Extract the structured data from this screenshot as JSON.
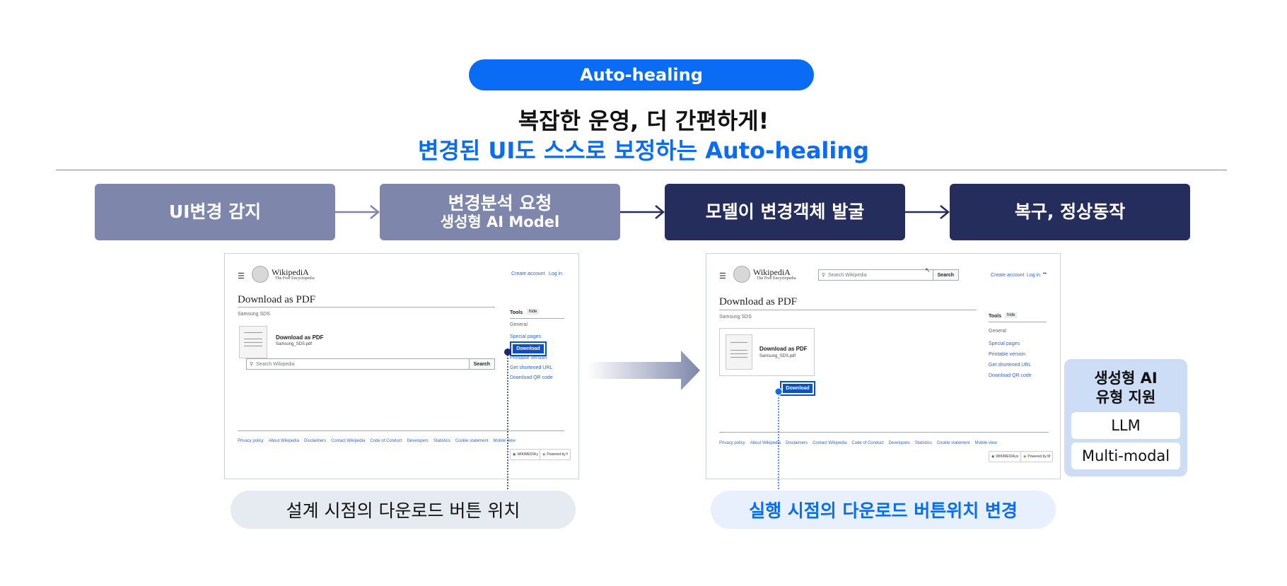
{
  "header": {
    "badge": "Auto-healing",
    "title_line1": "복잡한 운영, 더 간편하게!",
    "title_line2": "변경된 UI도 스스로 보정하는 Auto-healing"
  },
  "steps": [
    {
      "label": "UI변경 감지",
      "sub": ""
    },
    {
      "label": "변경분석 요청",
      "sub": "생성형 AI Model"
    },
    {
      "label": "모델이 변경객체 발굴",
      "sub": ""
    },
    {
      "label": "복구, 정상동작",
      "sub": ""
    }
  ],
  "screenshot_before": {
    "logo_title": "WikipediA",
    "logo_subtitle": "The Free Encyclopedia",
    "create_account": "Create account",
    "log_in": "Log in",
    "page_title": "Download as PDF",
    "subtitle": "Samsung SDS",
    "doc_title": "Download as PDF",
    "doc_file": "Samsung_SDS.pdf",
    "search_placeholder": "Search Wikipedia",
    "search_button": "Search",
    "tools_label": "Tools",
    "hide_label": "hide",
    "general_label": "General",
    "tool_links": [
      "Special pages",
      "Printable version",
      "Get shortened URL",
      "Download QR code"
    ],
    "download_button": "Download",
    "footer_links": [
      "Privacy policy",
      "About Wikipedia",
      "Disclaimers",
      "Contact Wikipedia",
      "Code of Conduct",
      "Developers",
      "Statistics",
      "Cookie statement",
      "Mobile view"
    ],
    "badge_wikimedia": "WIKIMEDIA project",
    "badge_mediawiki": "Powered by MediaWiki"
  },
  "screenshot_after": {
    "logo_title": "WikipediA",
    "logo_subtitle": "The Free Encyclopedia",
    "search_placeholder": "Search Wikipedia",
    "search_button": "Search",
    "create_account": "Create account",
    "log_in": "Log in",
    "more_icon": "••",
    "page_title": "Download as PDF",
    "subtitle": "Samsung SDS",
    "doc_title": "Download as PDF",
    "doc_file": "Samsung_SDS.pdf",
    "download_button": "Download",
    "tools_label": "Tools",
    "hide_label": "hide",
    "general_label": "General",
    "tool_links": [
      "Special pages",
      "Printable version",
      "Get shortened URL",
      "Download QR code"
    ],
    "footer_links": [
      "Privacy policy",
      "About Wikipedia",
      "Disclaimers",
      "Contact Wikipedia",
      "Code of Conduct",
      "Developers",
      "Statistics",
      "Cookie statement",
      "Mobile view"
    ],
    "badge_wikimedia": "WIKIMEDIA project",
    "badge_mediawiki": "Powered by MediaWiki"
  },
  "captions": {
    "before": "설계 시점의 다운로드 버튼 위치",
    "after": "실행 시점의 다운로드 버튼위치 변경"
  },
  "ai_support": {
    "title_line1": "생성형 AI",
    "title_line2": "유형 지원",
    "items": [
      "LLM",
      "Multi-modal"
    ]
  },
  "colors": {
    "accent_blue": "#0a6cf5",
    "step_light": "#7e87ab",
    "step_dark": "#242d5c"
  }
}
